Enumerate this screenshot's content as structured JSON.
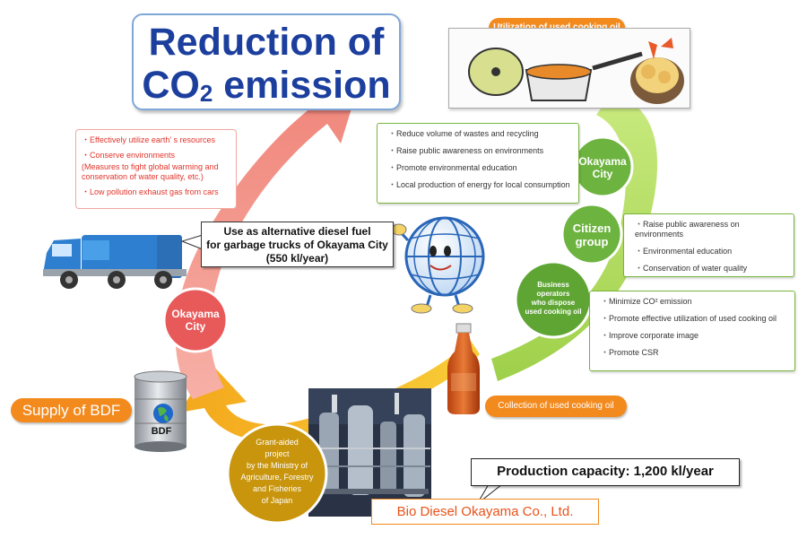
{
  "title": {
    "line1": "Reduction of",
    "line2_prefix": "CO",
    "line2_sub": "2",
    "line2_suffix": " emission"
  },
  "benefits_red": {
    "items": [
      "・Effectively utilize earth’ s resources",
      "・Conserve environments",
      "(Measures to fight global warming and conservation of water quality, etc.)",
      "・Low pollution exhaust gas from cars"
    ]
  },
  "truck_callout": {
    "line1": "Use as alternative diesel fuel",
    "line2": "for garbage trucks of Okayama City",
    "line3": "(550 kl/year)"
  },
  "utilization_label": "Utilization of used cooking oil",
  "okayama_green": {
    "label_line1": "Okayama",
    "label_line2": "City",
    "items": [
      "Reduce volume of wastes and recycling",
      "Raise public awareness on environments",
      "Promote environmental education",
      "Local production of energy for local consumption"
    ]
  },
  "citizen_group": {
    "label_line1": "Citizen",
    "label_line2": "group",
    "items": [
      "Raise public awareness on environments",
      "Environmental education",
      "Conservation of water quality"
    ]
  },
  "business_operators": {
    "label_lines": [
      "Business",
      "operators",
      "who dispose",
      "used cooking oil"
    ],
    "items": [
      "Minimize CO² emission",
      "Promote effective utilization of used cooking oil",
      "Improve corporate image",
      "Promote CSR"
    ]
  },
  "okayama_red": {
    "label_line1": "Okayama",
    "label_line2": "City"
  },
  "collection_label": "Collection of used cooking oil",
  "supply_label": "Supply of BDF",
  "drum_label": "BDF",
  "grant_project": {
    "lines": [
      "Grant-aided",
      "project",
      "by the Ministry of",
      "Agriculture, Forestry",
      "and Fisheries",
      "of Japan"
    ]
  },
  "production_capacity": "Production capacity: 1,200 kl/year",
  "company_name": "Bio Diesel Okayama Co., Ltd.",
  "colors": {
    "title_blue": "#1c3f9e",
    "red_arrow": "#f29a8e",
    "red_node": "#e8595a",
    "green_arrow": "#b6dd6a",
    "green_node": "#6db33f",
    "orange_arrow": "#f6b81c",
    "orange_label": "#f28a1e",
    "gold_node": "#c8950c"
  }
}
